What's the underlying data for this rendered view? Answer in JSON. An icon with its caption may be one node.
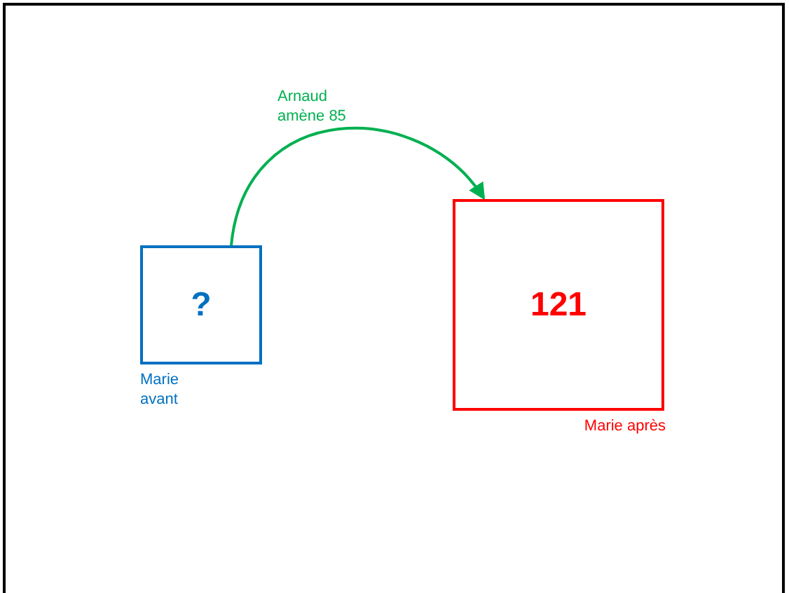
{
  "diagram": {
    "nodes": [
      {
        "text": [
          "?"
        ],
        "beside": [
          "Marie avant"
        ]
      },
      {
        "text": [
          "121"
        ],
        "beside": [
          "Marie après"
        ]
      }
    ],
    "edges": [
      {
        "from": 0,
        "to": 1,
        "arrow": "to",
        "label": "Arnaud amène 85",
        "color": "#00b050"
      }
    ]
  }
}
